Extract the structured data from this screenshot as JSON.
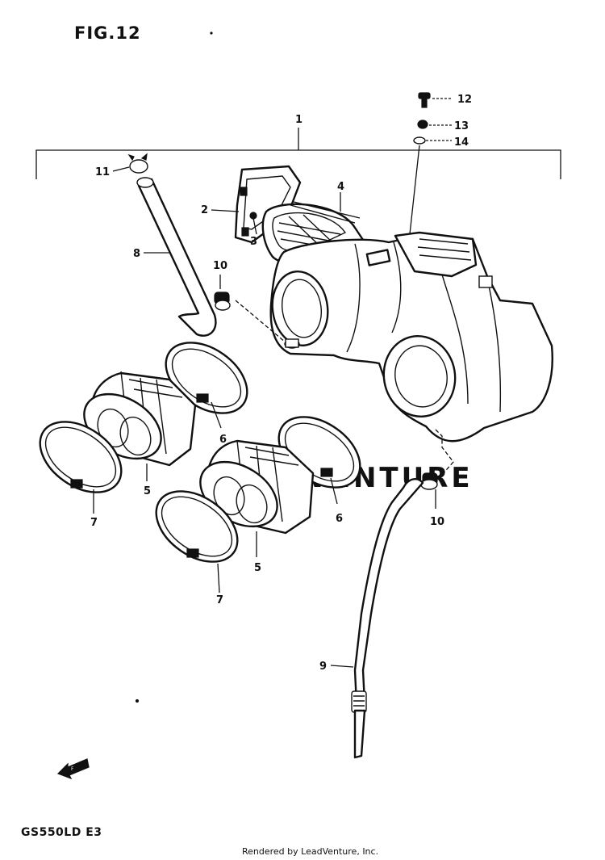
{
  "figure": {
    "title": "FIG.12",
    "model_code": "GS550LD E3",
    "credit": "Rendered by LeadVenture, Inc.",
    "watermark": "LEADVENTURE"
  },
  "callouts": [
    "1",
    "2",
    "3",
    "4",
    "5",
    "5",
    "6",
    "6",
    "7",
    "7",
    "8",
    "9",
    "10",
    "10",
    "11",
    "12",
    "13",
    "14"
  ],
  "colors": {
    "ink": "#111111",
    "background": "#ffffff",
    "watermark": "#d8d8d8"
  }
}
